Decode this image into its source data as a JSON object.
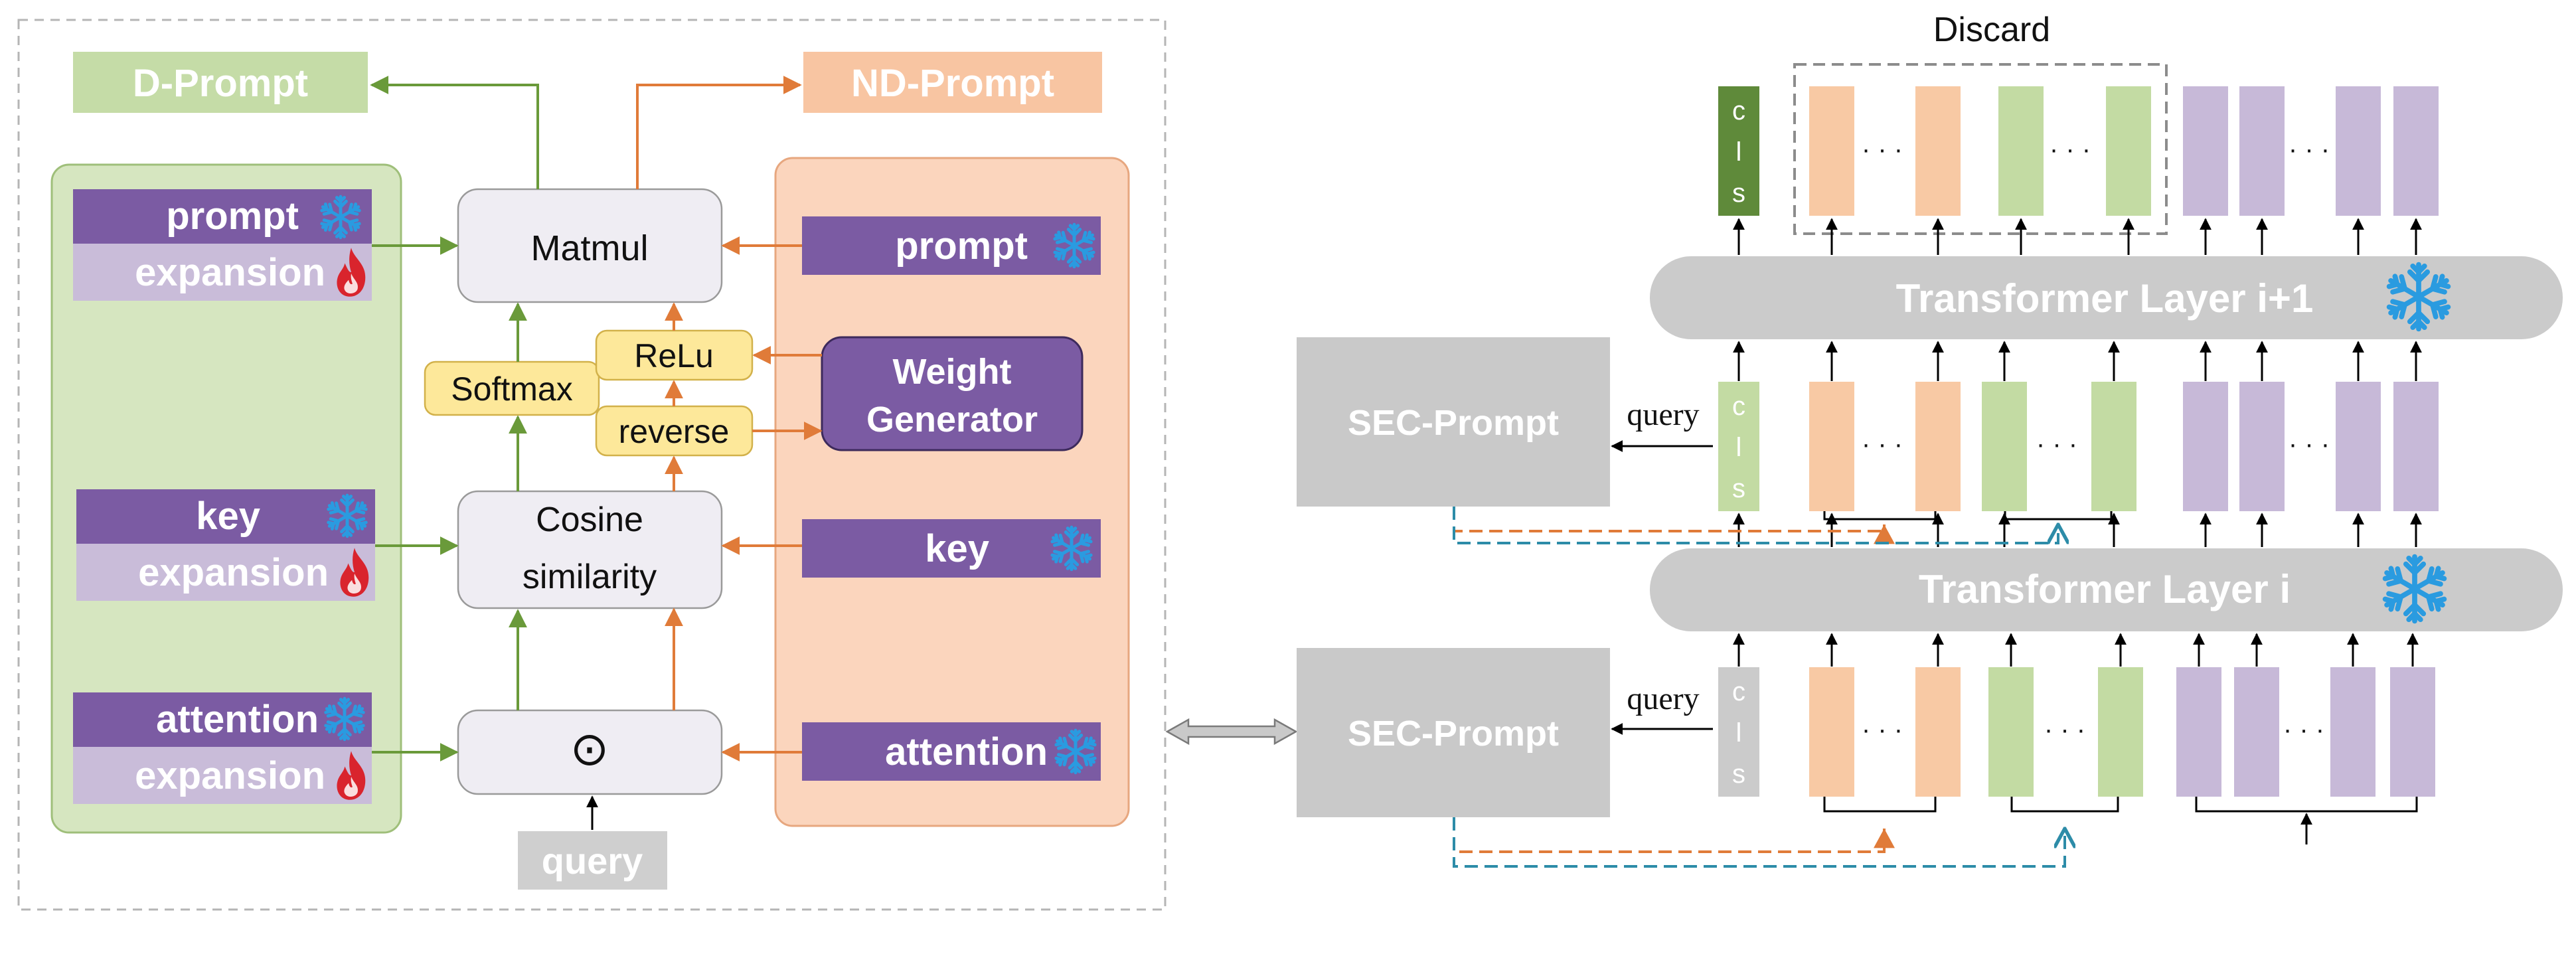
{
  "left_panel": {
    "d_prompt_title": "D-Prompt",
    "nd_prompt_title": "ND-Prompt",
    "d_prompt_items": [
      {
        "name": "prompt",
        "expansion": "expansion"
      },
      {
        "name": "key",
        "expansion": "expansion"
      },
      {
        "name": "attention",
        "expansion": "expansion"
      }
    ],
    "nd_prompt_items": [
      "prompt",
      "key",
      "attention"
    ],
    "ops": {
      "matmul": "Matmul",
      "cosine_line1": "Cosine",
      "cosine_line2": "similarity",
      "hadamard": "⊙",
      "softmax": "Softmax",
      "relu": "ReLu",
      "reverse": "reverse",
      "weight_gen_line1": "Weight",
      "weight_gen_line2": "Generator"
    },
    "query_label": "query"
  },
  "right_panel": {
    "discard_label": "Discard",
    "layer_top": "Transformer Layer i+1",
    "layer_bottom": "Transformer Layer i",
    "sec_prompt": "SEC-Prompt",
    "query_label": "query",
    "cls_letters": [
      "c",
      "l",
      "s"
    ],
    "ellipsis": "· · ·"
  },
  "colors": {
    "d_prompt_bg": "#d6e6c0",
    "d_prompt_title_bg": "#c5dca7",
    "nd_prompt_bg": "#fbd5bd",
    "nd_prompt_title_bg": "#f8c5a2",
    "purple": "#7b5ba3",
    "light_purple": "#c9bcd9",
    "op_box": "#efedf3",
    "yellow": "#fde89a",
    "orange_token": "#f8c9a4",
    "green_token": "#c3dba3",
    "purple_token": "#c7b9d8",
    "layer_gray": "#cbcbcb",
    "sec_gray": "#c9c9c9",
    "cls_dark_green": "#5f8a3a",
    "green_arrow": "#6a9a3a",
    "orange_arrow": "#e07b39",
    "teal_dash": "#2d8ca8",
    "snowflake": "#2a9be0",
    "flame": "#d9242d"
  },
  "icons": [
    "snowflake-icon",
    "flame-icon",
    "double-arrow-icon"
  ]
}
